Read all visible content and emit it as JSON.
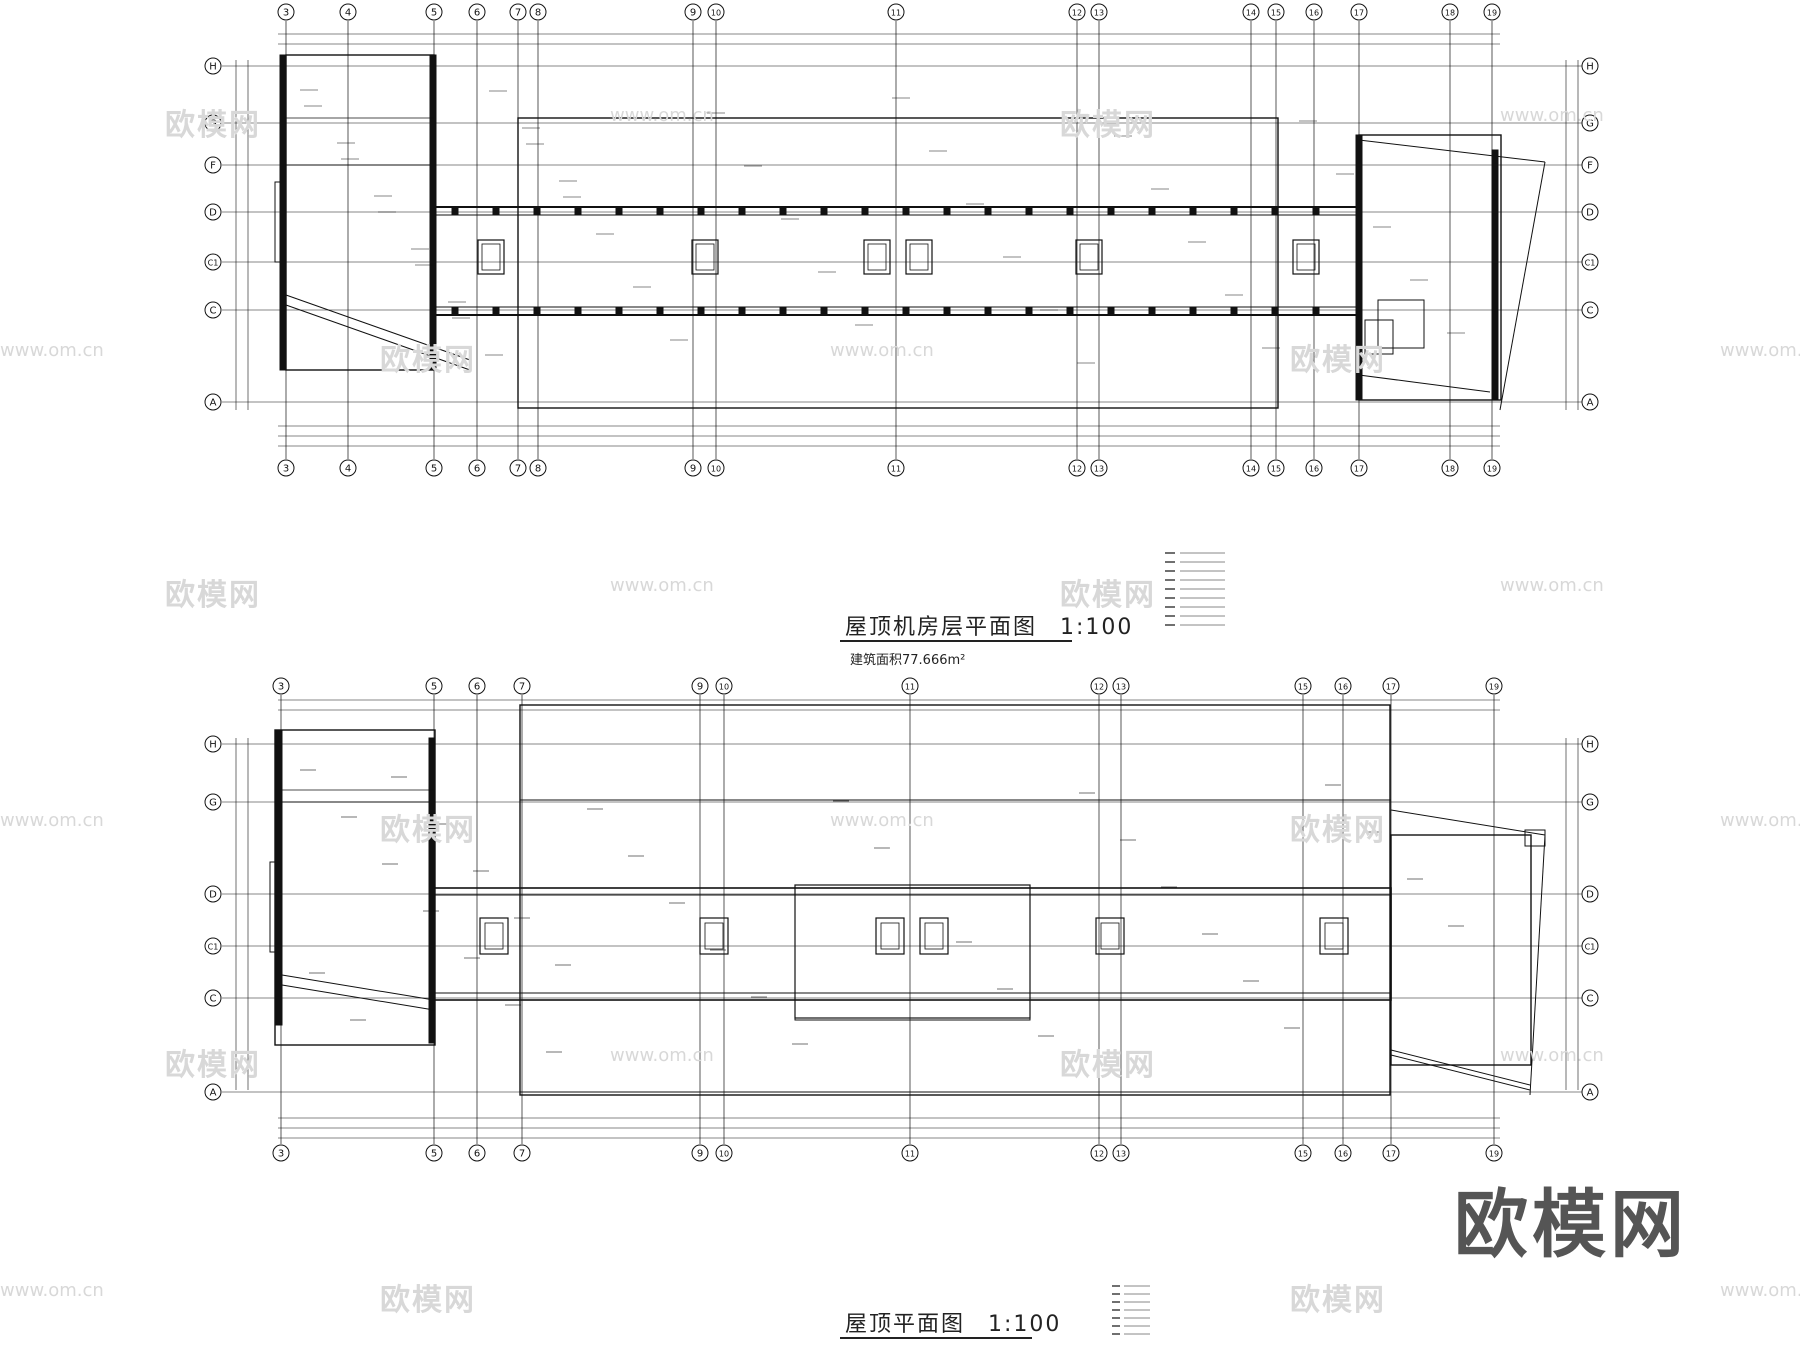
{
  "plans": {
    "upper": {
      "title": "屋顶机房层平面图",
      "scale": "1:100",
      "area_text": "建筑面积77.666m²",
      "axes_top": [
        "3",
        "4",
        "5",
        "6",
        "7",
        "8",
        "9",
        "10",
        "11",
        "12",
        "13",
        "14",
        "15",
        "16",
        "17",
        "18",
        "19"
      ],
      "axes_side": [
        "H",
        "G",
        "F",
        "D",
        "C1",
        "C",
        "A"
      ]
    },
    "lower": {
      "title": "屋顶平面图",
      "scale": "1:100",
      "axes_top": [
        "3",
        "5",
        "6",
        "7",
        "9",
        "10",
        "11",
        "12",
        "13",
        "15",
        "16",
        "17",
        "19"
      ],
      "axes_side": [
        "H",
        "G",
        "D",
        "C1",
        "C",
        "A"
      ]
    }
  },
  "watermark": {
    "brand_large": "欧模网",
    "brand_small": "欧模网",
    "url": "www.om.cn"
  },
  "colors": {
    "line": "#111111",
    "watermark": "#d8d8d8",
    "brand": "#555555"
  }
}
